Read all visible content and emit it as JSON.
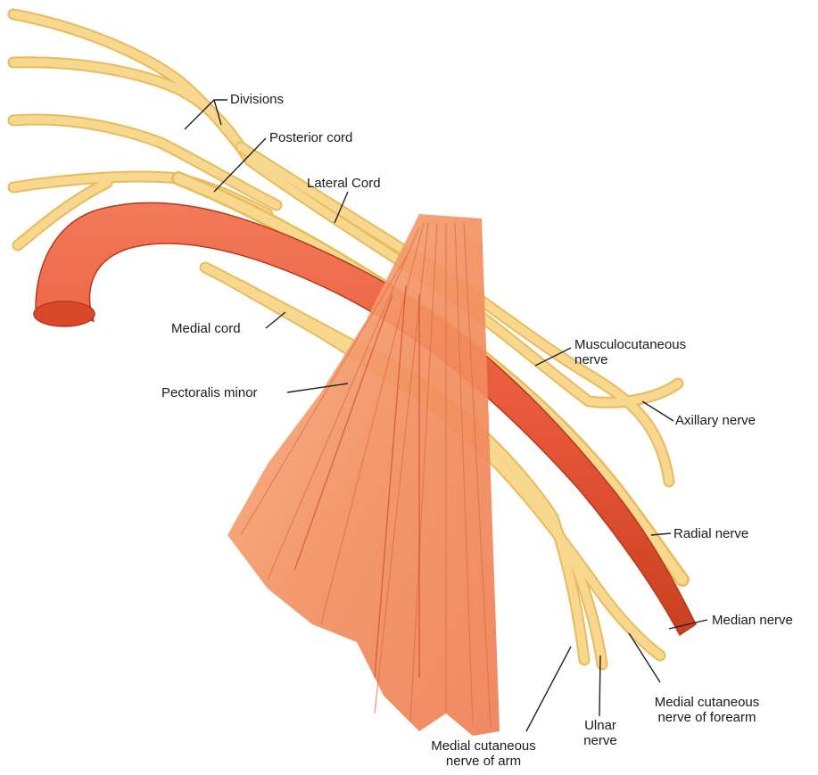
{
  "colors": {
    "nerve": "#f7d88e",
    "nerve_edge": "#e8bc5c",
    "artery": "#e8573a",
    "artery_dark": "#c9401f",
    "muscle": "#f08a5c",
    "muscle_light": "#f9b58a",
    "leader": "#222222"
  },
  "labels": {
    "divisions": "Divisions",
    "posterior_cord": "Posterior cord",
    "lateral_cord": "Lateral Cord",
    "medial_cord": "Medial cord",
    "pectoralis_minor": "Pectoralis minor",
    "musculocutaneous_nerve": [
      "Musculocutaneous",
      "nerve"
    ],
    "axillary_nerve": "Axillary nerve",
    "radial_nerve": "Radial nerve",
    "median_nerve": "Median nerve",
    "medial_cutaneous_forearm": [
      "Medial cutaneous",
      "nerve of forearm"
    ],
    "ulnar_nerve": [
      "Ulnar",
      "nerve"
    ],
    "medial_cutaneous_arm": [
      "Medial cutaneous",
      "nerve of arm"
    ]
  }
}
